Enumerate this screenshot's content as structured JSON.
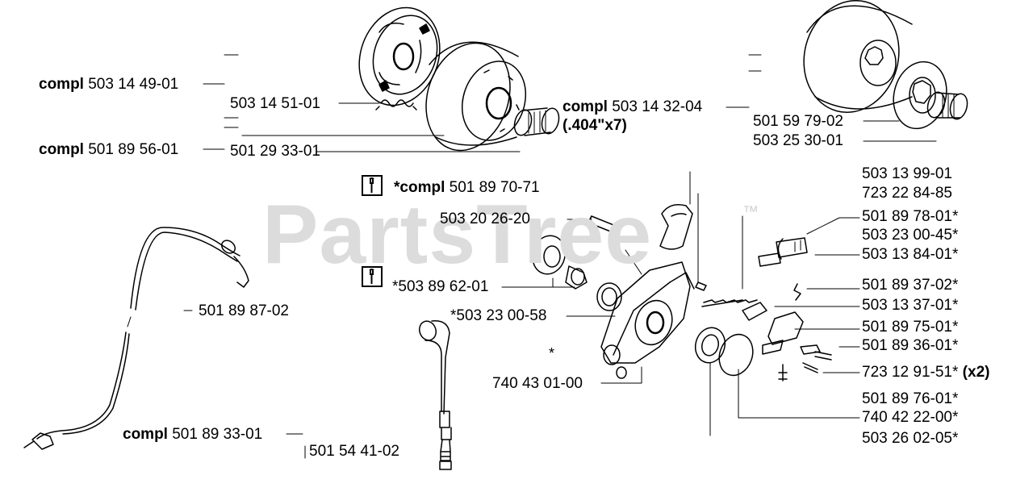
{
  "watermark": {
    "text": "PartsTree",
    "trademark": "™"
  },
  "labels": {
    "a1_pre": "compl",
    "a1_num": "503 14 49-01",
    "a2": "503 14 51-01",
    "a3_pre": "compl",
    "a3_num": "501 89 56-01",
    "a4": "501 29 33-01",
    "b1_pre": "compl",
    "b1_num": "503 14 32-04",
    "b1_sub": "(.404\"x7)",
    "b2": "501 59 79-02",
    "b3": "503 25 30-01",
    "c1_pre": "*compl",
    "c1_num": "501 89 70-71",
    "c2": "503 20 26-20",
    "c3": "*503 89 62-01",
    "c4": "*503 23 00-58",
    "c5": "740 43 01-00",
    "r1": "503 13 99-01",
    "r2": "723 22 84-85",
    "r3": "501 89 78-01*",
    "r4": "503 23 00-45*",
    "r5": "503 13 84-01*",
    "r6": "501 89 37-02*",
    "r7": "503 13 37-01*",
    "r8": "501 89 75-01*",
    "r9": "501 89 36-01*",
    "r10": "723 12 91-51*",
    "r10_suffix": "(x2)",
    "r11": "501 89 76-01*",
    "r12": "740 42 22-00*",
    "r13": "503 26 02-05*",
    "d1": "501 89 87-02",
    "d2_pre": "compl",
    "d2_num": "501 89 33-01",
    "d3": "501 54 41-02",
    "lone_star": "*"
  },
  "icons": {
    "tool1": "wrench-icon",
    "tool2": "wrench-icon"
  }
}
